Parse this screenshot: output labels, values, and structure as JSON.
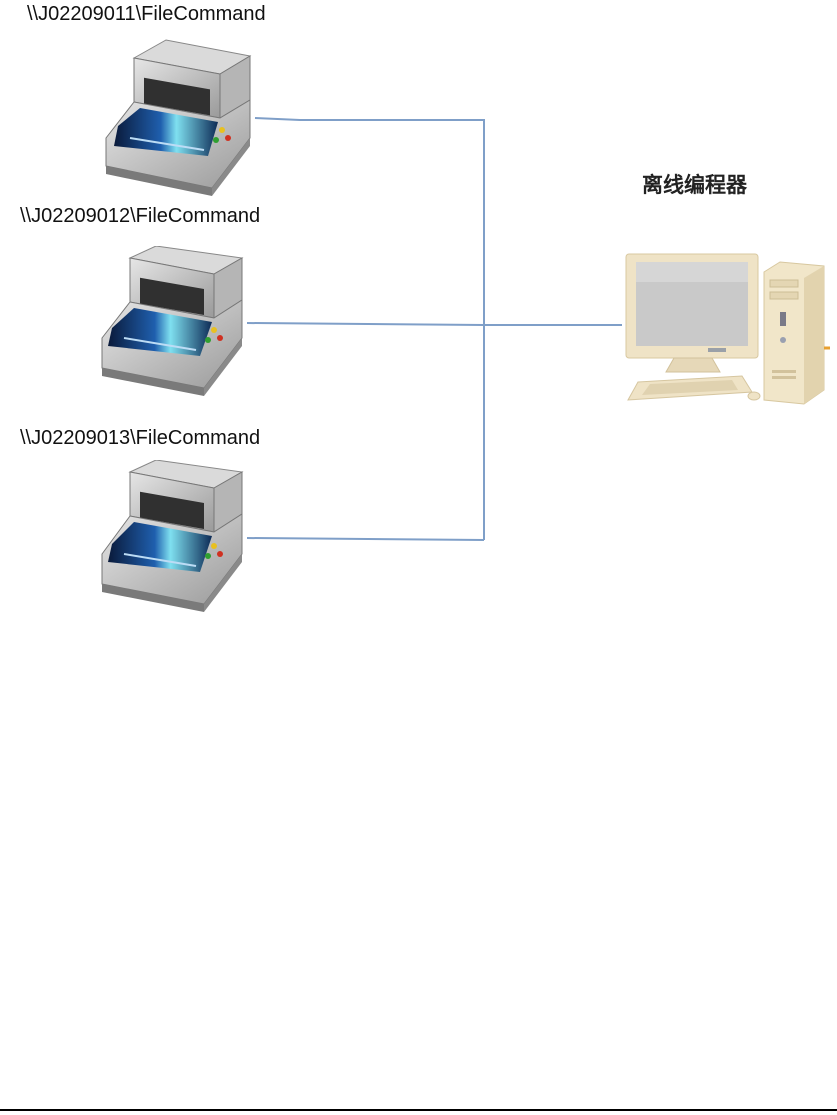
{
  "diagram": {
    "machines": [
      {
        "path": "\\\\J02209011\\FileCommand"
      },
      {
        "path": "\\\\J02209012\\FileCommand"
      },
      {
        "path": "\\\\J02209013\\FileCommand"
      }
    ],
    "programmer_label": "离线编程器",
    "wire_color": "#7f9fc8"
  }
}
